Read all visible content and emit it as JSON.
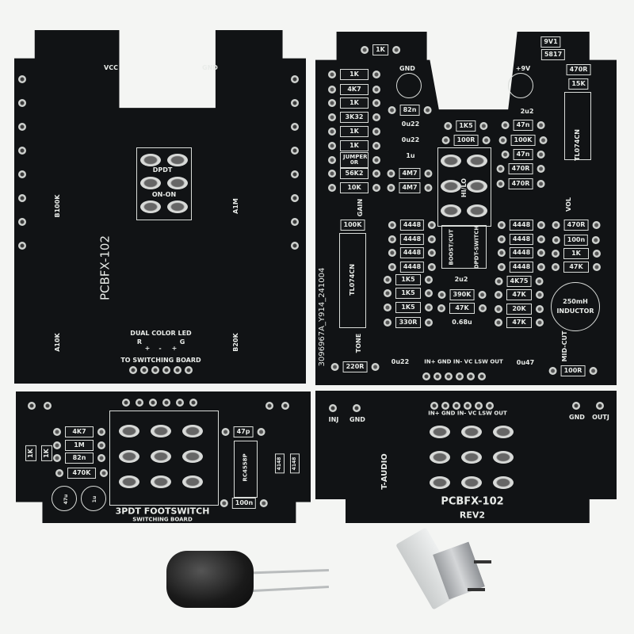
{
  "main_left": {
    "top": [
      "VCC",
      "GND"
    ],
    "switch": [
      "DPDT",
      "ON-ON"
    ],
    "pots": [
      "B100K",
      "A1M",
      "A10K",
      "B20K"
    ],
    "name": "PCBFX-102",
    "led": "DUAL COLOR LED",
    "led_pins": [
      "R",
      "+",
      "-",
      "+",
      "G"
    ],
    "header": "TO SWITCHING BOARD"
  },
  "main_right": {
    "parts": [
      "1K",
      "GND",
      "9V1",
      "5817",
      "+9V",
      "470R",
      "15K",
      "1K",
      "4K7",
      "1K",
      "3K32",
      "1K",
      "1K",
      "JUMPER 0R",
      "56K2",
      "10K",
      "82n",
      "0u22",
      "0u22",
      "1u",
      "4M7",
      "4M7",
      "1K5",
      "100R",
      "2u2",
      "47n",
      "100K",
      "47n",
      "470R",
      "470R",
      "TL074CN",
      "HI/LO",
      "GAIN",
      "VOL",
      "100K",
      "4448",
      "4448",
      "4448",
      "4448",
      "BOOST/CUT",
      "DPDT-SWITCH",
      "4448",
      "4448",
      "4448",
      "4448",
      "470R",
      "100n",
      "1K",
      "47K",
      "TL074CN",
      "1K5",
      "1K5",
      "1K5",
      "330R",
      "2u2",
      "390K",
      "47K",
      "0.68u",
      "4K75",
      "47K",
      "20K",
      "47K",
      "250mH",
      "INDUCTOR",
      "TONE",
      "MID-CUT",
      "220R",
      "0u22",
      "IN+ GND  IN- VC LSW OUT",
      "0u47",
      "100R"
    ],
    "serial": "3096967A_Y914_241004"
  },
  "switching_board": {
    "parts": [
      "4K7",
      "1M",
      "82n",
      "470K",
      "1K",
      "1K",
      "47p",
      "RC4558P",
      "100n",
      "47u",
      "1u",
      "4148",
      "4148"
    ],
    "title": "3PDT FOOTSWITCH",
    "subtitle": "SWITCHING BOARD"
  },
  "io_board": {
    "labels": [
      "INJ",
      "GND",
      "IN+ GND IN- VC LSW OUT",
      "GND",
      "OUTJ",
      "T-AUDIO"
    ],
    "name": "PCBFX-102",
    "rev": "REV2"
  },
  "colors": {
    "pcb": "#111315",
    "silkscreen": "#e9ece9",
    "pad": "#cfd2cf",
    "background": "#f4f5f3"
  },
  "loose_parts": [
    "inductor",
    "push-switch"
  ]
}
